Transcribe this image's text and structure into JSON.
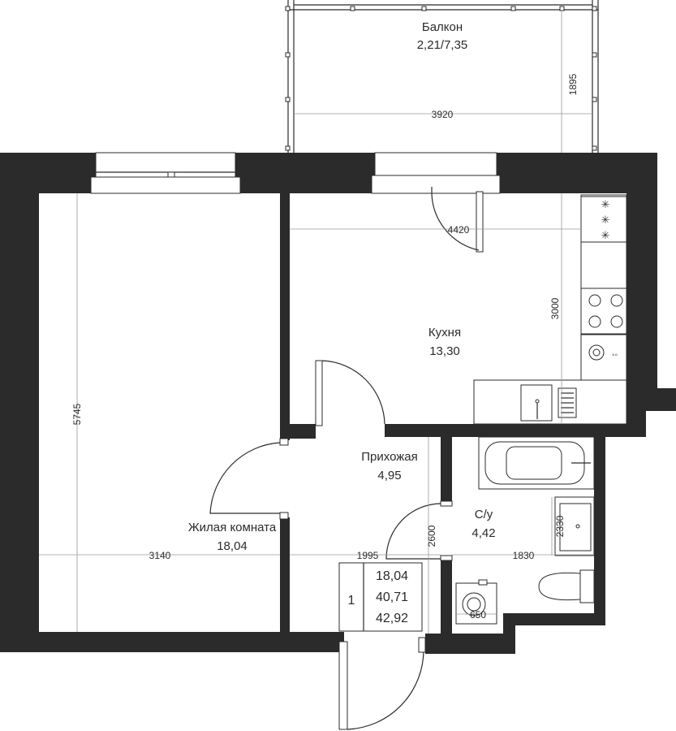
{
  "rooms": {
    "balcony": {
      "name": "Балкон",
      "area": "2,21/7,35"
    },
    "kitchen": {
      "name": "Кухня",
      "area": "13,30"
    },
    "hallway": {
      "name": "Прихожая",
      "area": "4,95"
    },
    "bathroom": {
      "name": "С/у",
      "area": "4,42"
    },
    "living": {
      "name": "Жилая комната",
      "area": "18,04"
    }
  },
  "dimensions": {
    "balcony_width": "3920",
    "balcony_depth": "1895",
    "kitchen_width": "4420",
    "kitchen_depth": "3000",
    "living_depth": "5745",
    "living_width": "3140",
    "hallway_width": "1995",
    "hallway_depth": "2600",
    "bathroom_width": "1830",
    "bathroom_depth": "2330",
    "washer_width": "650"
  },
  "summary": {
    "rooms_count": "1",
    "living_area": "18,04",
    "total_area": "40,71",
    "total_area_with_balcony": "42,92"
  }
}
